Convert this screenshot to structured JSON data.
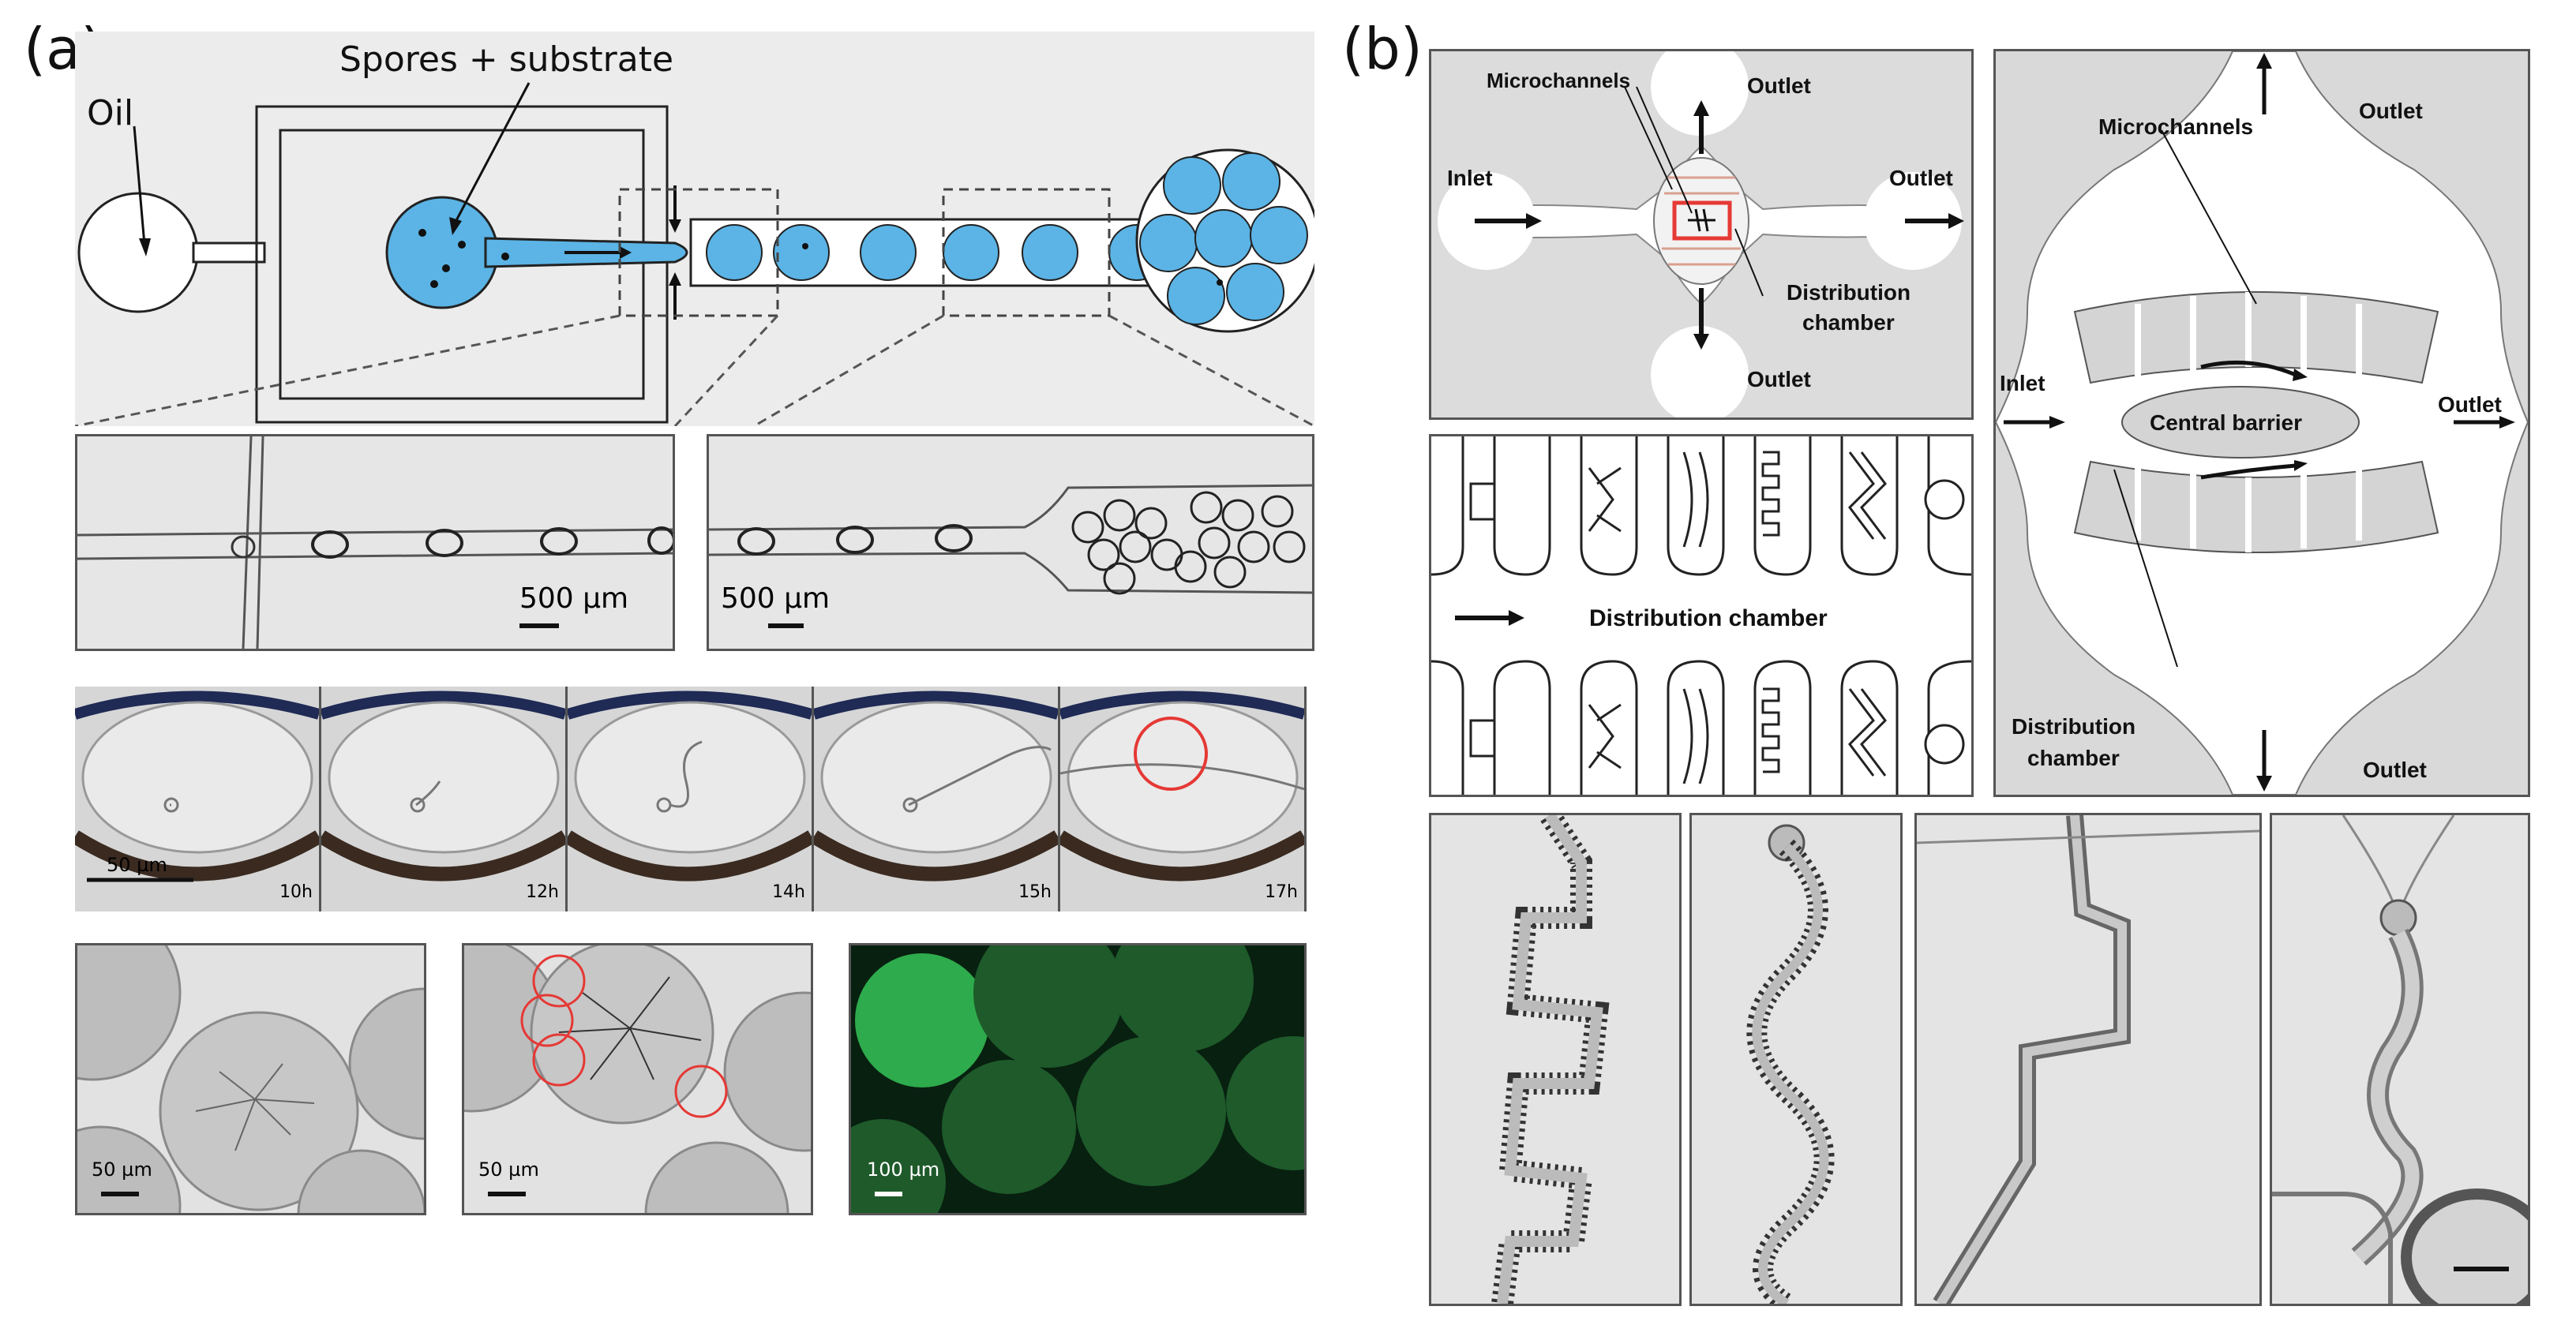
{
  "panel_a": {
    "letter": "(a)",
    "top": {
      "oil": "Oil",
      "spores": "Spores + substrate"
    },
    "zoom_left": {
      "scale": "500 µm"
    },
    "zoom_right": {
      "scale": "500 µm"
    },
    "timelapse": {
      "scale": "50 µm",
      "frames": [
        "10h",
        "12h",
        "14h",
        "15h",
        "17h"
      ]
    },
    "bottom": [
      {
        "scale": "50 µm"
      },
      {
        "scale": "50 µm"
      },
      {
        "scale": "100 µm"
      }
    ]
  },
  "panel_b": {
    "letter": "(b)",
    "overview": {
      "microchannels": "Microchannels",
      "inlet": "Inlet",
      "outlet_top": "Outlet",
      "outlet_right": "Outlet",
      "outlet_bottom": "Outlet",
      "distribution_1": "Distribution",
      "distribution_2": "chamber"
    },
    "middle": {
      "label": "Distribution chamber"
    },
    "right": {
      "microchannels": "Microchannels",
      "outlet_top": "Outlet",
      "inlet": "Inlet",
      "outlet_right": "Outlet",
      "central_barrier": "Central barrier",
      "distribution_1": "Distribution",
      "distribution_2": "chamber",
      "outlet_bottom": "Outlet"
    }
  },
  "colors": {
    "droplet_blue": "#5bb4e5",
    "fluor_green": "#1f8a3a",
    "highlight_red": "#e53935"
  }
}
